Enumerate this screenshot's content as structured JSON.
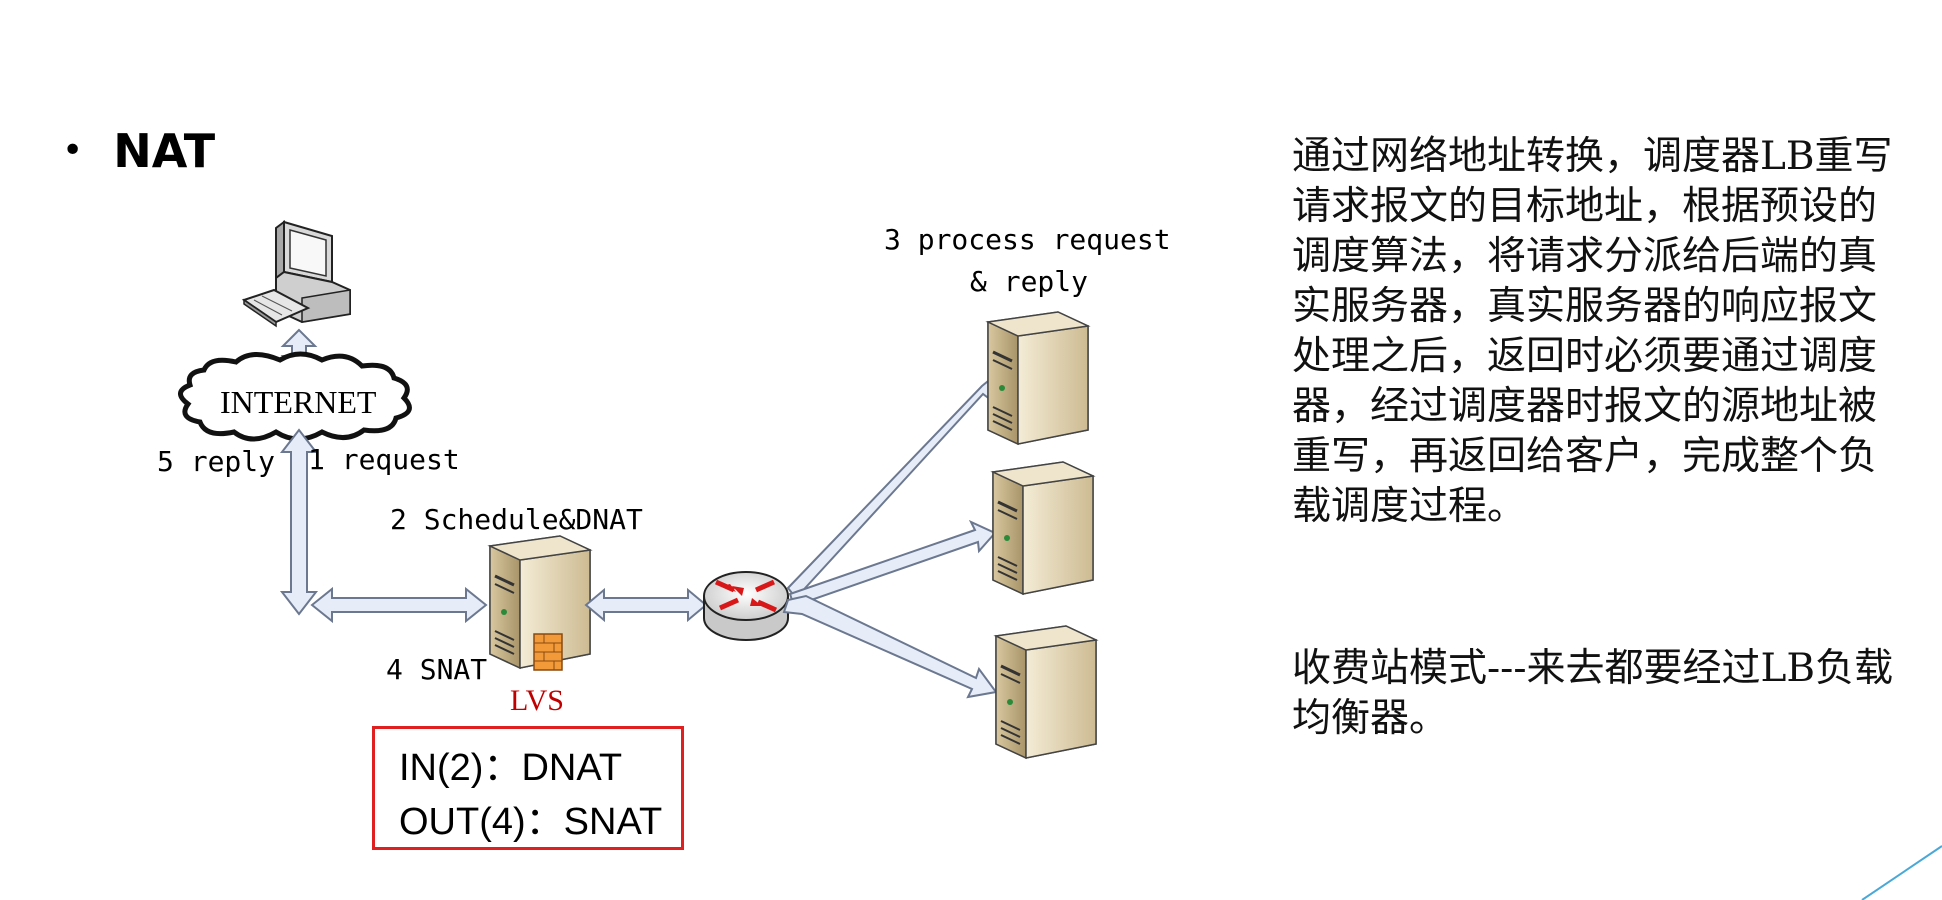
{
  "slide": {
    "bullet": "•",
    "title": "NAT"
  },
  "diagram": {
    "labels": {
      "internet": "INTERNET",
      "reply5": "5 reply",
      "request1": "1 request",
      "schedule2": "2 Schedule&DNAT",
      "snat4": "4 SNAT",
      "lvs": "LVS",
      "process3_line1": "3 process request",
      "process3_line2": "& reply"
    },
    "nat_box": {
      "line1": "IN(2)：DNAT",
      "line2": "OUT(4)：SNAT"
    },
    "icons": [
      "client-computer-icon",
      "internet-cloud-icon",
      "lvs-server-icon",
      "router-icon",
      "real-server-icon"
    ],
    "colors": {
      "arrow_fill": "#e6edf8",
      "arrow_stroke": "#6b7890",
      "nat_box_border": "#e02020",
      "lvs_text": "#c00000",
      "server_body": "#e8dcc0",
      "router_arrows": "#d81818"
    }
  },
  "description": {
    "paragraph1": "通过网络地址转换，调度器LB重写请求报文的目标地址，根据预设的调度算法，将请求分派给后端的真实服务器，真实服务器的响应报文处理之后，返回时必须要通过调度器，经过调度器时报文的源地址被重写，再返回给客户，完成整个负载调度过程。",
    "paragraph2": "收费站模式---来去都要经过LB负载均衡器。"
  }
}
